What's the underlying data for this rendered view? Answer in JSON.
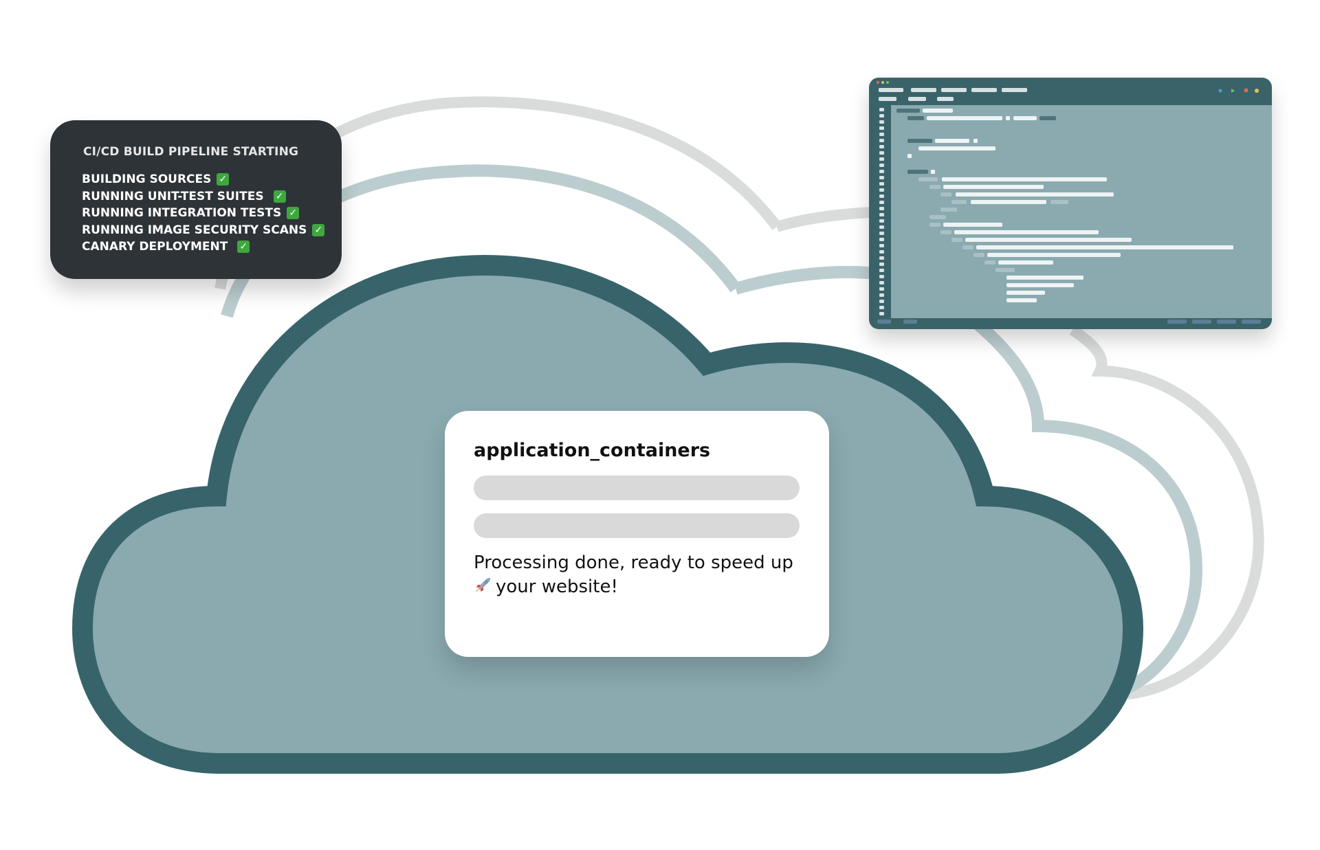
{
  "pipeline": {
    "title": "CI/CD BUILD PIPELINE STARTING",
    "steps": [
      {
        "label": "BUILDING SOURCES",
        "status": "done"
      },
      {
        "label": "RUNNING UNIT-TEST SUITES",
        "status": "done"
      },
      {
        "label": "RUNNING INTEGRATION TESTS",
        "status": "done"
      },
      {
        "label": "RUNNING IMAGE SECURITY SCANS",
        "status": "done"
      },
      {
        "label": "CANARY DEPLOYMENT",
        "status": "done"
      }
    ],
    "check_glyph": "✓"
  },
  "status_card": {
    "title": "application_containers",
    "message_line1": "Processing done, ready to speed up",
    "message_line2": "your website!",
    "message_icon": "rocket-icon"
  },
  "colors": {
    "cloud_fill": "#8aaab0",
    "cloud_outline": "#37646a",
    "cloud_ghost_1": "#bccdd0",
    "cloud_ghost_2": "#dadcdc",
    "pipeline_bg": "#2e3338",
    "check_green": "#3ea83e",
    "editor_frame": "#3a6369",
    "editor_body": "#8aaab0"
  },
  "icons": [
    "check-icon",
    "rocket-icon",
    "user-icon",
    "play-icon",
    "stop-icon",
    "bell-icon"
  ]
}
